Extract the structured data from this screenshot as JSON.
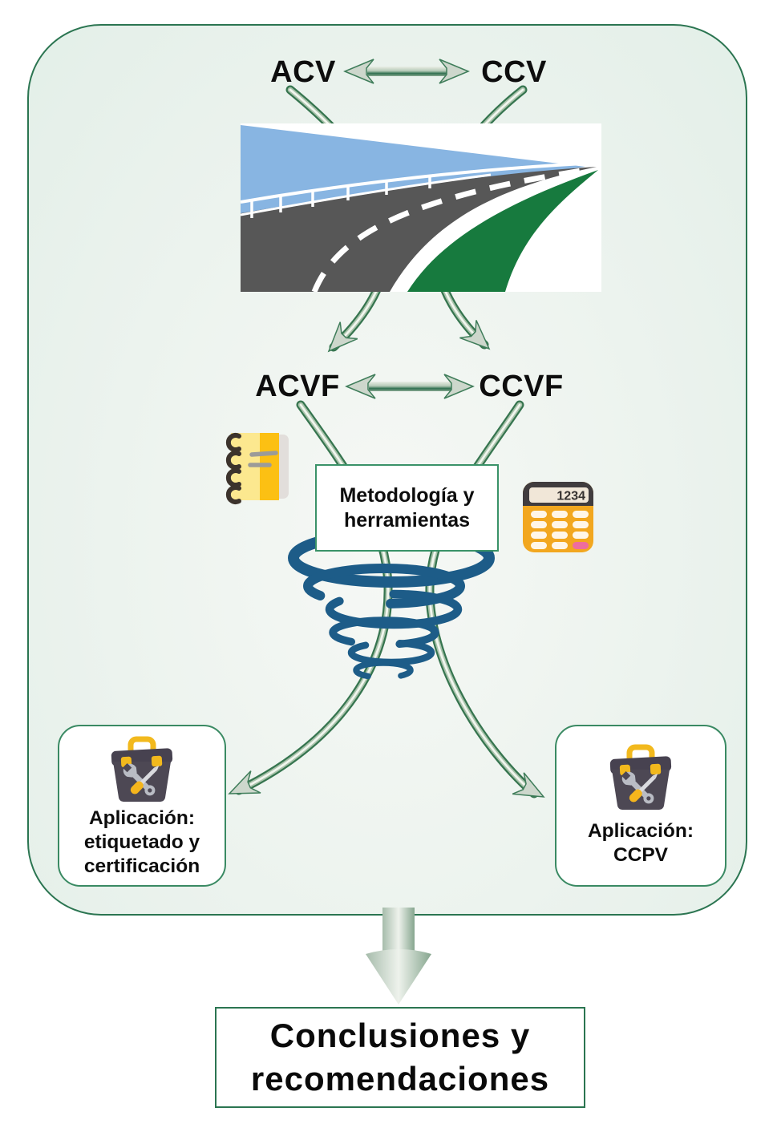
{
  "nodes": {
    "acv": "ACV",
    "ccv": "CCV",
    "acvf": "ACVF",
    "ccvf": "CCVF"
  },
  "methodology": {
    "line1": "Metodología y",
    "line2": "herramientas"
  },
  "applications": {
    "left": {
      "line1": "Aplicación:",
      "line2": "etiquetado y",
      "line3": "certificación"
    },
    "right": {
      "line1": "Aplicación:",
      "line2": "CCPV"
    }
  },
  "conclusions": {
    "line1": "Conclusiones y",
    "line2": "recomendaciones"
  },
  "icons": {
    "calculator_display": "1234",
    "notebook": "notebook-icon",
    "calculator": "calculator-icon",
    "toolbox_left": "toolbox-icon",
    "toolbox_right": "toolbox-icon",
    "road": "highway-illustration",
    "vortex": "vortex-spiral-icon"
  },
  "colors": {
    "frame_border": "#2b7551",
    "frame_fill": "#e7f1ea",
    "tube_green": "#36754f",
    "arrowhead_fill": "#cdd7cc",
    "vortex_blue": "#1d5c88",
    "sky_blue": "#88b5e2",
    "asphalt_gray": "#575757",
    "road_green": "#177a3e",
    "notebook_yellow": "#fcc013",
    "notebook_page": "#fce88f",
    "calculator_orange": "#f2a71f",
    "calculator_pink": "#ee6d9d",
    "toolbox_gray": "#4d4854",
    "accent_yellow": "#f2b91d",
    "text": "#0d0d0d"
  }
}
